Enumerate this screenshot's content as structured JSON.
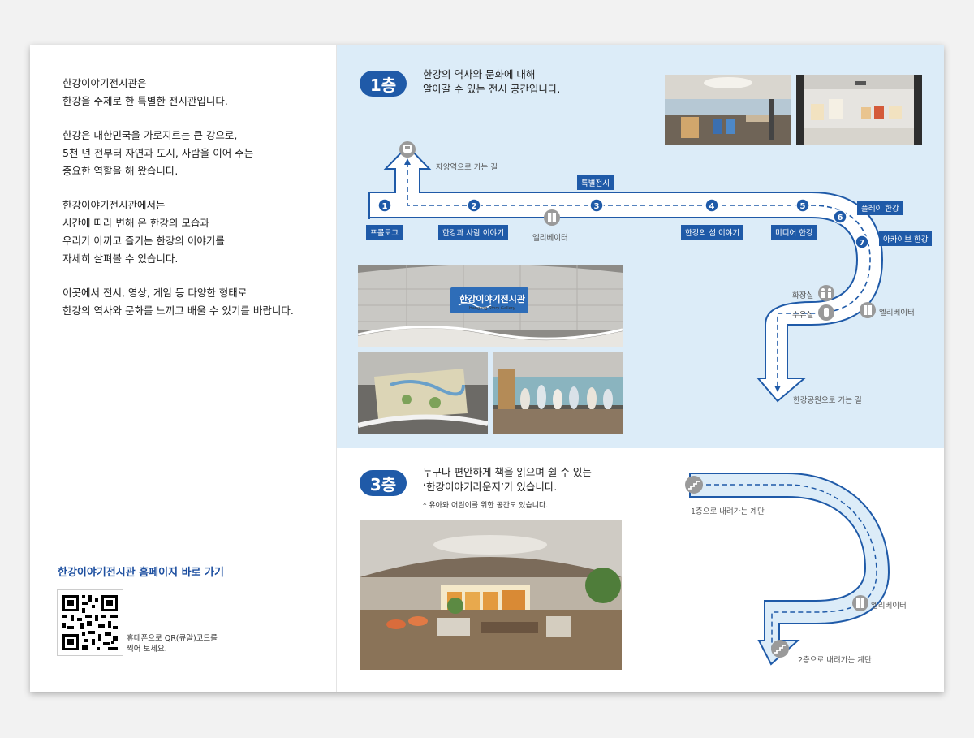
{
  "left_panel": {
    "paragraphs": [
      "한강이야기전시관은\n한강을 주제로 한 특별한 전시관입니다.",
      "한강은 대한민국을 가로지르는 큰 강으로,\n5천 년 전부터 자연과 도시, 사람을 이어 주는\n중요한 역할을 해 왔습니다.",
      "한강이야기전시관에서는\n시간에 따라 변해 온 한강의 모습과\n우리가 아끼고 즐기는 한강의 이야기를\n자세히 살펴볼 수 있습니다.",
      "이곳에서 전시, 영상, 게임 등 다양한 형태로\n한강의 역사와 문화를 느끼고 배울 수 있기를 바랍니다."
    ],
    "homepage_title": "한강이야기전시관 홈페이지 바로 가기",
    "qr_caption": "휴대폰으로 QR(큐알)코드를\n찍어 보세요."
  },
  "floor1": {
    "badge": "1층",
    "description": "한강의 역사와 문화에 대해\n알아갈 수 있는 전시 공간입니다.",
    "sign_text": "한강이야기전시관",
    "sign_sub": "Hangang Story Gallery",
    "stops": [
      {
        "num": "1",
        "label": "프롤로그"
      },
      {
        "num": "2",
        "label": "한강과 사람 이야기"
      },
      {
        "num": "3",
        "label": "특별전시"
      },
      {
        "num": "4",
        "label": "한강의 섬 이야기"
      },
      {
        "num": "5",
        "label": "미디어 한강"
      },
      {
        "num": "6",
        "label": "플레이 한강"
      },
      {
        "num": "7",
        "label": "아카이브 한강"
      }
    ],
    "facilities": {
      "to_station": "자양역으로 가는 길",
      "elevator_a": "엘리베이터",
      "restroom": "화장실",
      "nursing_room": "수유실",
      "elevator_b": "엘리베이터",
      "to_park": "한강공원으로 가는 길"
    }
  },
  "floor3": {
    "badge": "3층",
    "description": "누구나 편안하게 책을 읽으며 쉴 수 있는\n‘한강이야기라운지’가 있습니다.",
    "note": "* 유아와 어린이를 위한 공간도 있습니다.",
    "stairs_to_1f": "1층으로 내려가는 계단",
    "elevator": "엘리베이터",
    "stairs_to_2f": "2층으로 내려가는 계단"
  },
  "colors": {
    "primary_blue": "#1f5aa8",
    "panel_bg": "#dcecf8",
    "path_fill": "#ffffff",
    "facility_gray": "#9a9a9a"
  },
  "icons": [
    "subway-icon",
    "elevator-icon",
    "restroom-icon",
    "nursing-room-icon",
    "stairs-icon",
    "qr-code-icon"
  ]
}
